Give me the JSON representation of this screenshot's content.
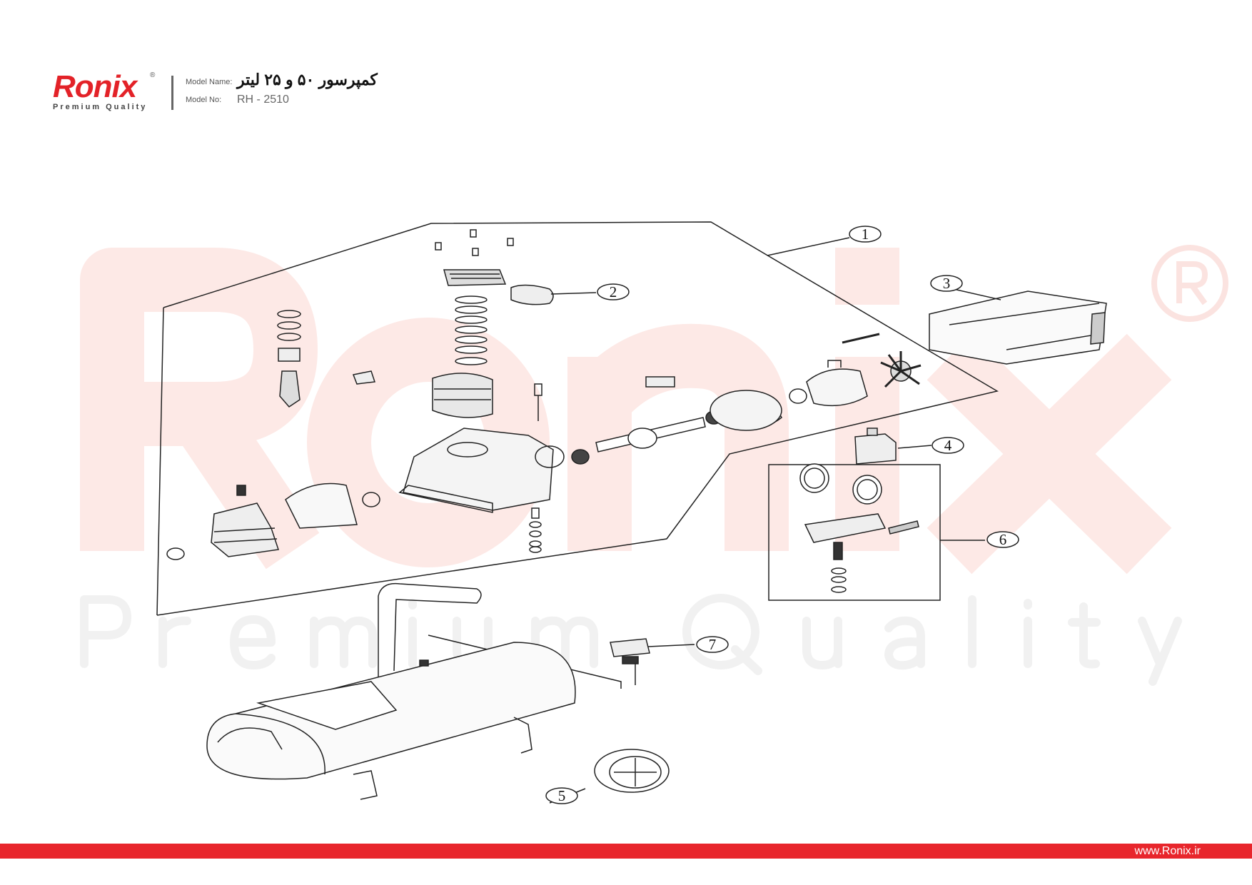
{
  "header": {
    "brand": "Ronix",
    "brand_tagline": "Premium Quality",
    "model_name_label": "Model Name:",
    "model_name": "کمپرسور ۵۰ و ۲۵ لیتر",
    "model_no_label": "Model No:",
    "model_no": "RH - 2510"
  },
  "watermark": {
    "brand": "Ronix",
    "tagline": "Premium Quality"
  },
  "diagram": {
    "callouts": [
      "1",
      "2",
      "3",
      "4",
      "5",
      "6",
      "7"
    ]
  },
  "footer": {
    "url": "www.Ronix.ir"
  },
  "colors": {
    "brand_red": "#e8262c",
    "watermark_pink": "#fde8e6"
  }
}
